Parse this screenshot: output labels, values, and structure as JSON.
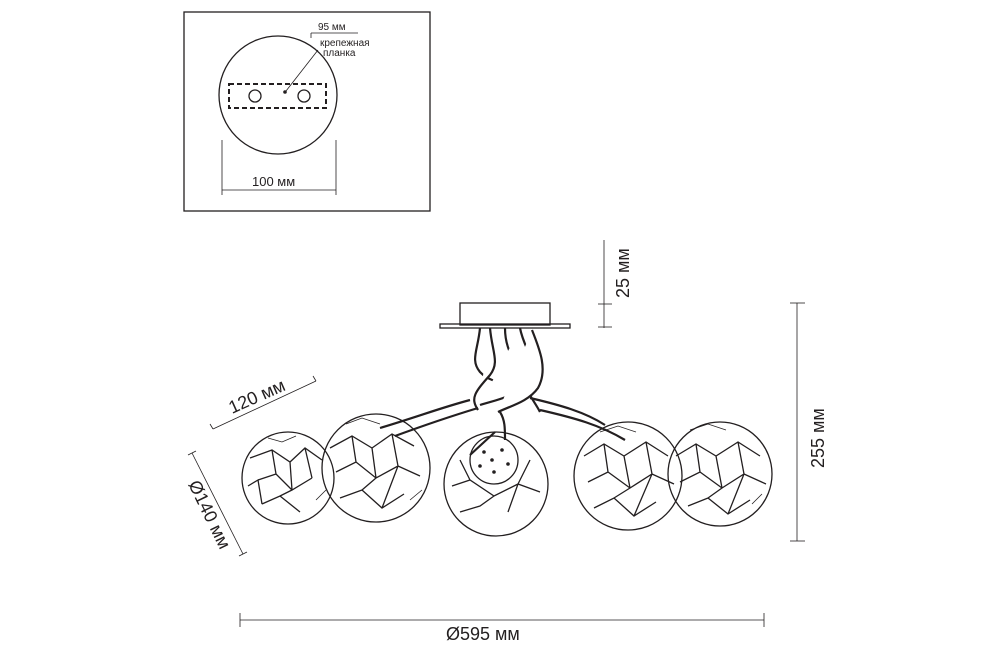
{
  "inset": {
    "label_top": "95 мм",
    "label_bracket_line1": "крепежная",
    "label_bracket_line2": "планка",
    "label_width": "100 мм"
  },
  "dimensions": {
    "canopy_height": "25 мм",
    "total_height": "255 мм",
    "arm_length": "120 мм",
    "shade_diameter": "Ø140 мм",
    "total_diameter": "Ø595 мм"
  }
}
